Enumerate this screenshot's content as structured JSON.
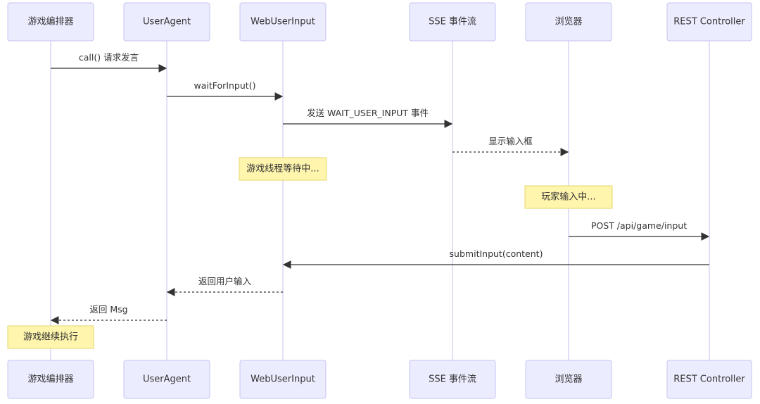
{
  "participants": [
    {
      "id": "orchestrator",
      "label": "游戏编排器"
    },
    {
      "id": "useragent",
      "label": "UserAgent"
    },
    {
      "id": "webuserinput",
      "label": "WebUserInput"
    },
    {
      "id": "sse",
      "label": "SSE 事件流"
    },
    {
      "id": "browser",
      "label": "浏览器"
    },
    {
      "id": "rest",
      "label": "REST Controller"
    }
  ],
  "messages": [
    {
      "from": "orchestrator",
      "to": "useragent",
      "label": "call() 请求发言",
      "style": "solid"
    },
    {
      "from": "useragent",
      "to": "webuserinput",
      "label": "waitForInput()",
      "style": "solid"
    },
    {
      "from": "webuserinput",
      "to": "sse",
      "label": "发送 WAIT_USER_INPUT 事件",
      "style": "solid"
    },
    {
      "from": "sse",
      "to": "browser",
      "label": "显示输入框",
      "style": "dotted"
    },
    {
      "from": "browser",
      "to": "rest",
      "label": "POST /api/game/input",
      "style": "solid"
    },
    {
      "from": "rest",
      "to": "webuserinput",
      "label": "submitInput(content)",
      "style": "solid"
    },
    {
      "from": "webuserinput",
      "to": "useragent",
      "label": "返回用户输入",
      "style": "dotted"
    },
    {
      "from": "useragent",
      "to": "orchestrator",
      "label": "返回 Msg",
      "style": "dotted"
    }
  ],
  "notes": [
    {
      "over": "webuserinput",
      "label": "游戏线程等待中..."
    },
    {
      "over": "browser",
      "label": "玩家输入中..."
    },
    {
      "over": "orchestrator",
      "label": "游戏继续执行"
    }
  ],
  "colors": {
    "actor_fill": "#ECECFF",
    "actor_stroke": "#C6C3F0",
    "lifeline": "#CFCBF0",
    "note_fill": "#FFF5AD",
    "note_stroke": "#E6D66A",
    "line": "#333333"
  }
}
